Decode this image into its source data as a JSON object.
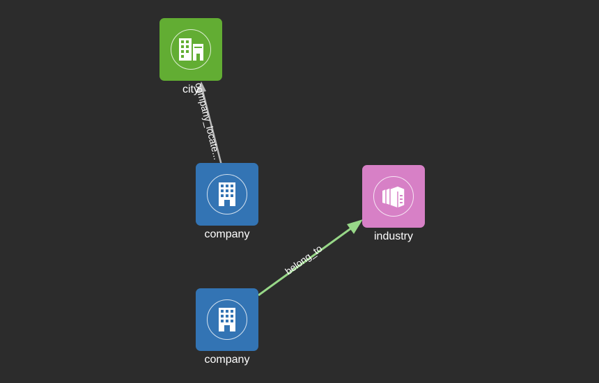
{
  "colors": {
    "background": "#2c2c2c",
    "city": "#62ad33",
    "company": "#3374b4",
    "industry": "#d780c6",
    "edge_located": "#b8b8b8",
    "edge_belong": "#98d888"
  },
  "nodes": {
    "city": {
      "label": "city",
      "icon": "city-buildings-icon"
    },
    "company_top": {
      "label": "company",
      "icon": "office-building-icon"
    },
    "company_bottom": {
      "label": "company",
      "icon": "office-building-icon"
    },
    "industry": {
      "label": "industry",
      "icon": "industry-boxes-icon"
    }
  },
  "edges": {
    "located": {
      "label": "company_locate..."
    },
    "belong": {
      "label": "belong_to"
    }
  }
}
